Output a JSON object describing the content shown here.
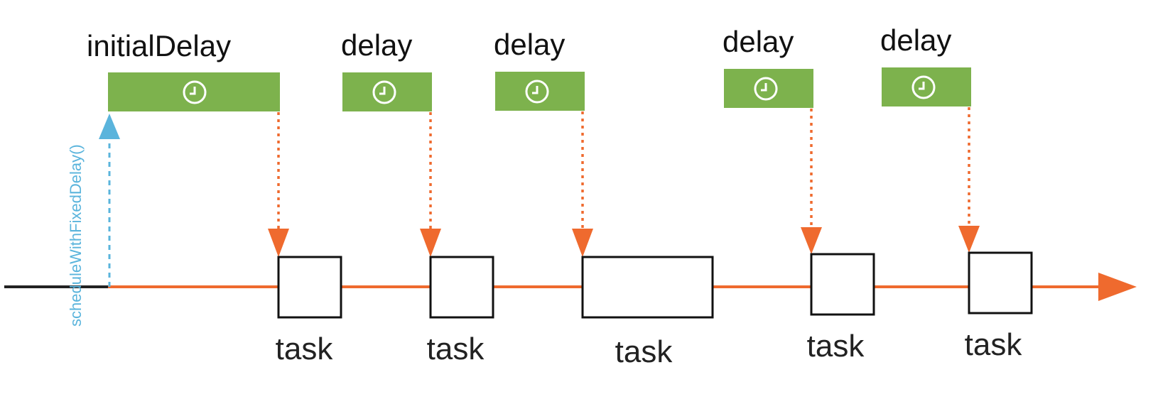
{
  "diagram": {
    "call_label": "scheduleWithFixedDelay()",
    "initial_delay_label": "initialDelay",
    "delay_labels": [
      "delay",
      "delay",
      "delay",
      "delay"
    ],
    "task_labels": [
      "task",
      "task",
      "task",
      "task",
      "task"
    ],
    "icons": {
      "timer": "clock-icon"
    },
    "colors": {
      "timeline": "#ef6a2e",
      "timeline_start": "#222222",
      "delay_fill": "#7db24d",
      "call_arrow": "#5ab4dc",
      "drop_arrow": "#ef6a2e",
      "task_border": "#111111"
    }
  }
}
